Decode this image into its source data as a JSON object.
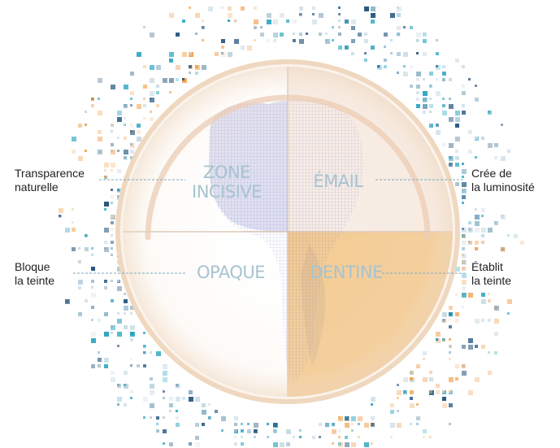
{
  "diagram": {
    "zones": [
      {
        "id": "incisive",
        "label": "ZONE\nINCISIVE",
        "fill": "#ffffff"
      },
      {
        "id": "email",
        "label": "ÉMAIL",
        "fill": "#f7ece4"
      },
      {
        "id": "opaque",
        "label": "OPAQUE",
        "fill": "#ffffff"
      },
      {
        "id": "dentine",
        "label": "DENTINE",
        "fill": "#f3c98e"
      }
    ],
    "callouts": [
      {
        "id": "transparence",
        "text": "Transparence\nnaturelle"
      },
      {
        "id": "luminosite",
        "text": "Crée de\nla luminosité"
      },
      {
        "id": "bloque",
        "text": "Bloque\nla teinte"
      },
      {
        "id": "etablit",
        "text": "Établit\nla teinte"
      }
    ]
  },
  "colors": {
    "zone_text": "#a7c3cf",
    "callout_text": "#222222",
    "leader_line": "#7fa9bd",
    "ring": "#efd8bf",
    "arc": "#e9c7ae",
    "tooth_mesh": "#7c7fc8",
    "dentine": "#f3c98e",
    "pixel_teal": "#2aa5c0",
    "pixel_navy": "#1d4f7a",
    "pixel_orange": "#f0a04a"
  }
}
